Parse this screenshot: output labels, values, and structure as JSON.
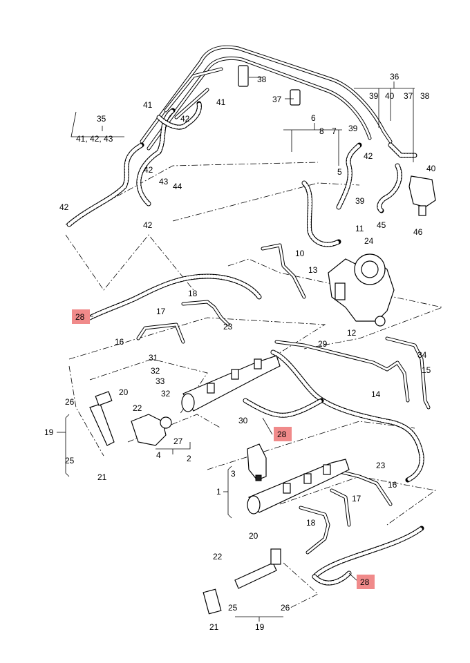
{
  "labels": {
    "l1": "1",
    "l2": "2",
    "l3": "3",
    "l4": "4",
    "l5": "5",
    "l6": "6",
    "l7": "7",
    "l8": "8",
    "l10": "10",
    "l11": "11",
    "l12": "12",
    "l13": "13",
    "l14": "14",
    "l15": "15",
    "l16a": "16",
    "l16b": "16",
    "l17a": "17",
    "l17b": "17",
    "l18a": "18",
    "l18b": "18",
    "l19a": "19",
    "l19b": "19",
    "l20a": "20",
    "l20b": "20",
    "l21a": "21",
    "l21b": "21",
    "l22a": "22",
    "l22b": "22",
    "l23a": "23",
    "l23b": "23",
    "l24": "24",
    "l25a": "25",
    "l25b": "25",
    "l26a": "26",
    "l26b": "26",
    "l27": "27",
    "l28a": "28",
    "l28b": "28",
    "l28c": "28",
    "l29": "29",
    "l30": "30",
    "l31": "31",
    "l32a": "32",
    "l32b": "32",
    "l33": "33",
    "l34": "34",
    "l35": "35",
    "l35sub": "41, 42, 43",
    "l36": "36",
    "l37a": "37",
    "l37b": "37",
    "l38a": "38",
    "l38b": "38",
    "l39a": "39",
    "l39b": "39",
    "l39c": "39",
    "l40a": "40",
    "l40b": "40",
    "l41a": "41",
    "l41b": "41",
    "l42a": "42",
    "l42b": "42",
    "l42c": "42",
    "l42d": "42",
    "l42e": "42",
    "l43": "43",
    "l44": "44",
    "l45": "45",
    "l46": "46"
  },
  "colors": {
    "highlight": "#f08a8a",
    "line": "#000000"
  },
  "highlighted_callouts": [
    "28"
  ]
}
